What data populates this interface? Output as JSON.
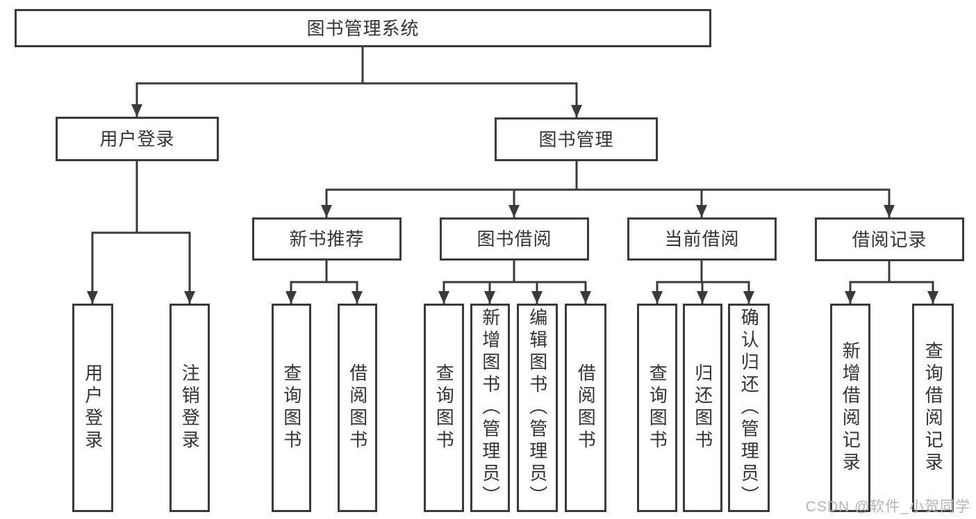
{
  "tree": {
    "label": "图书管理系统",
    "children": [
      {
        "label": "用户登录",
        "children": [
          {
            "label": "用户登录"
          },
          {
            "label": "注销登录"
          }
        ]
      },
      {
        "label": "图书管理",
        "children": [
          {
            "label": "新书推荐",
            "children": [
              {
                "label": "查询图书"
              },
              {
                "label": "借阅图书"
              }
            ]
          },
          {
            "label": "图书借阅",
            "children": [
              {
                "label": "查询图书"
              },
              {
                "label": "新增图书（管理员）"
              },
              {
                "label": "编辑图书（管理员）"
              },
              {
                "label": "借阅图书"
              }
            ]
          },
          {
            "label": "当前借阅",
            "children": [
              {
                "label": "查询图书"
              },
              {
                "label": "归还图书"
              },
              {
                "label": "确认归还（管理员）"
              }
            ]
          },
          {
            "label": "借阅记录",
            "children": [
              {
                "label": "新增借阅记录"
              },
              {
                "label": "查询借阅记录"
              }
            ]
          }
        ]
      }
    ]
  },
  "watermark": {
    "text": "CSDN @软件_小贺同学",
    "color": "#b5b5b5"
  },
  "colors": {
    "line": "#3a3a3a",
    "box_border": "#3a3a3a",
    "text": "#333333",
    "background": "#ffffff"
  }
}
